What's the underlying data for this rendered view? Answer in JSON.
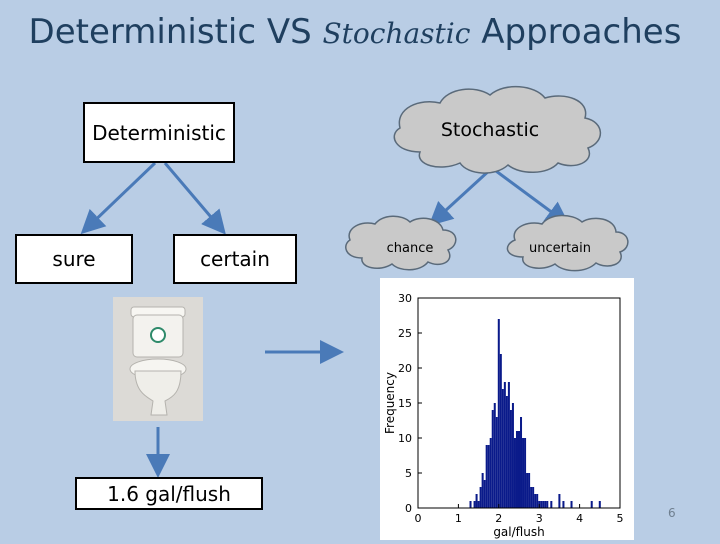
{
  "slide": {
    "title_part1": "Deterministic VS ",
    "title_part2": "Stochastic",
    "title_part3": " Approaches",
    "page_number": "6"
  },
  "deterministic": {
    "root_label": "Deterministic",
    "left_label": "sure",
    "right_label": "certain",
    "result_label": "1.6 gal/flush"
  },
  "stochastic": {
    "root_label": "Stochastic",
    "left_label": "chance",
    "right_label": "uncertain"
  },
  "chart_data": {
    "type": "bar",
    "xlabel": "gal/flush",
    "ylabel": "Frequency",
    "xlim": [
      0,
      5
    ],
    "ylim": [
      0,
      30
    ],
    "xticks": [
      "0",
      "1",
      "2",
      "3",
      "4",
      "5"
    ],
    "yticks": [
      "0",
      "5",
      "10",
      "15",
      "20",
      "25",
      "30"
    ],
    "bar_color": "#0a1a8a",
    "x": [
      1.3,
      1.35,
      1.4,
      1.45,
      1.5,
      1.55,
      1.6,
      1.65,
      1.7,
      1.75,
      1.8,
      1.85,
      1.9,
      1.95,
      2.0,
      2.05,
      2.1,
      2.15,
      2.2,
      2.25,
      2.3,
      2.35,
      2.4,
      2.45,
      2.5,
      2.55,
      2.6,
      2.65,
      2.7,
      2.75,
      2.8,
      2.85,
      2.9,
      2.95,
      3.0,
      3.05,
      3.1,
      3.15,
      3.2,
      3.3,
      3.4,
      3.5,
      3.6,
      3.7,
      3.8,
      4.0,
      4.3,
      4.5
    ],
    "values": [
      1,
      0,
      1,
      2,
      1,
      3,
      5,
      4,
      9,
      9,
      10,
      14,
      15,
      13,
      27,
      22,
      17,
      18,
      16,
      18,
      14,
      15,
      10,
      11,
      11,
      13,
      10,
      10,
      5,
      5,
      3,
      3,
      2,
      2,
      1,
      1,
      1,
      1,
      1,
      1,
      0,
      2,
      1,
      0,
      1,
      0,
      1,
      1
    ]
  }
}
